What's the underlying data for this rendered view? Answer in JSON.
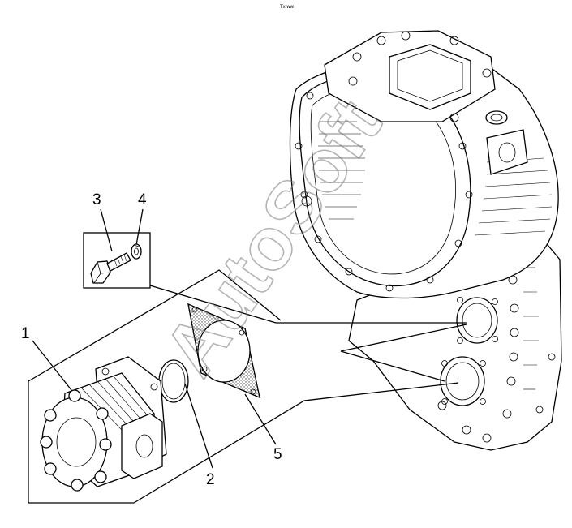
{
  "diagram": {
    "callouts": [
      {
        "id": "1",
        "label": "1"
      },
      {
        "id": "2",
        "label": "2"
      },
      {
        "id": "3",
        "label": "3"
      },
      {
        "id": "4",
        "label": "4"
      },
      {
        "id": "5",
        "label": "5"
      }
    ],
    "watermark": "AutoSoft",
    "top_mark": "Tx ww",
    "colors": {
      "ink": "#000000",
      "paper": "#ffffff",
      "watermark": "#777777"
    }
  }
}
